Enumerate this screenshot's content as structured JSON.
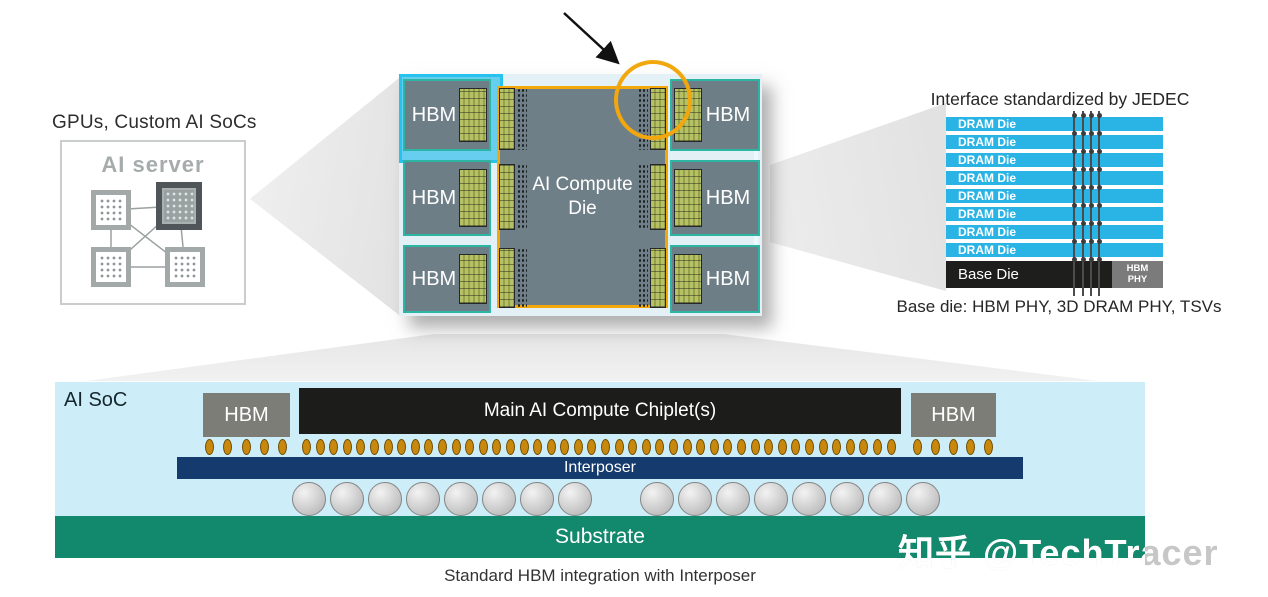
{
  "colors": {
    "accent_orange": "#f2a80b",
    "teal_border": "#2db5a3",
    "die_gray": "#6f7f87",
    "highlight_cyan": "#27c2ee",
    "dram_cyan": "#29b4e5",
    "chiplet_black": "#1c1c1a",
    "interposer_navy": "#153a6e",
    "substrate_green": "#12886d",
    "soc_bg_cyan": "#cdeef8",
    "bump_orange": "#c8870d"
  },
  "server_panel": {
    "heading": "GPUs, Custom AI SoCs",
    "box_title": "AI server"
  },
  "package_panel": {
    "hbm_labels": [
      "HBM",
      "HBM",
      "HBM",
      "HBM",
      "HBM",
      "HBM"
    ],
    "die_label_line1": "AI Compute",
    "die_label_line2": "Die"
  },
  "jedec_panel": {
    "title": "Interface standardized by JEDEC",
    "dram_layers": [
      "DRAM Die",
      "DRAM Die",
      "DRAM Die",
      "DRAM Die",
      "DRAM Die",
      "DRAM Die",
      "DRAM Die",
      "DRAM Die"
    ],
    "base_die_label": "Base Die",
    "hbm_phy_label": "HBM PHY",
    "caption": "Base die: HBM PHY, 3D DRAM PHY, TSVs"
  },
  "cross_section": {
    "soc_label": "AI SoC",
    "hbm_left_label": "HBM",
    "chiplet_label": "Main AI Compute Chiplet(s)",
    "hbm_right_label": "HBM",
    "interposer_label": "Interposer",
    "substrate_label": "Substrate",
    "caption": "Standard HBM integration with Interposer"
  },
  "watermark": "知乎 @TechTracer"
}
